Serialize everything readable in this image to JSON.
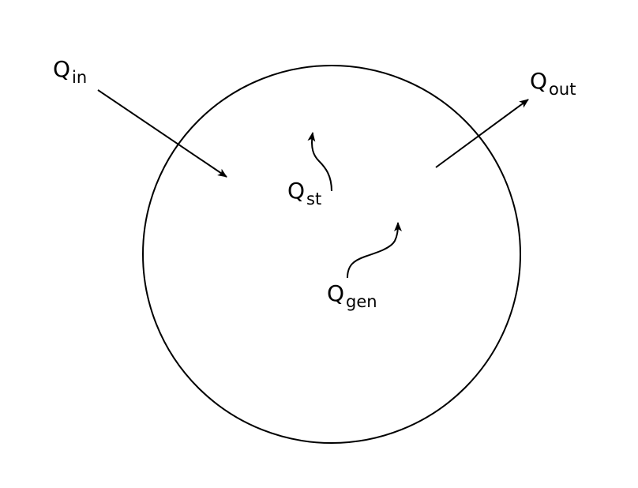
{
  "colors": {
    "background": "#ffffff",
    "stroke": "#000000"
  },
  "labels": {
    "q_in": {
      "main": "Q",
      "sub": "in"
    },
    "q_out": {
      "main": "Q",
      "sub": "out"
    },
    "q_st": {
      "main": "Q",
      "sub": "st"
    },
    "q_gen": {
      "main": "Q",
      "sub": "gen"
    }
  }
}
